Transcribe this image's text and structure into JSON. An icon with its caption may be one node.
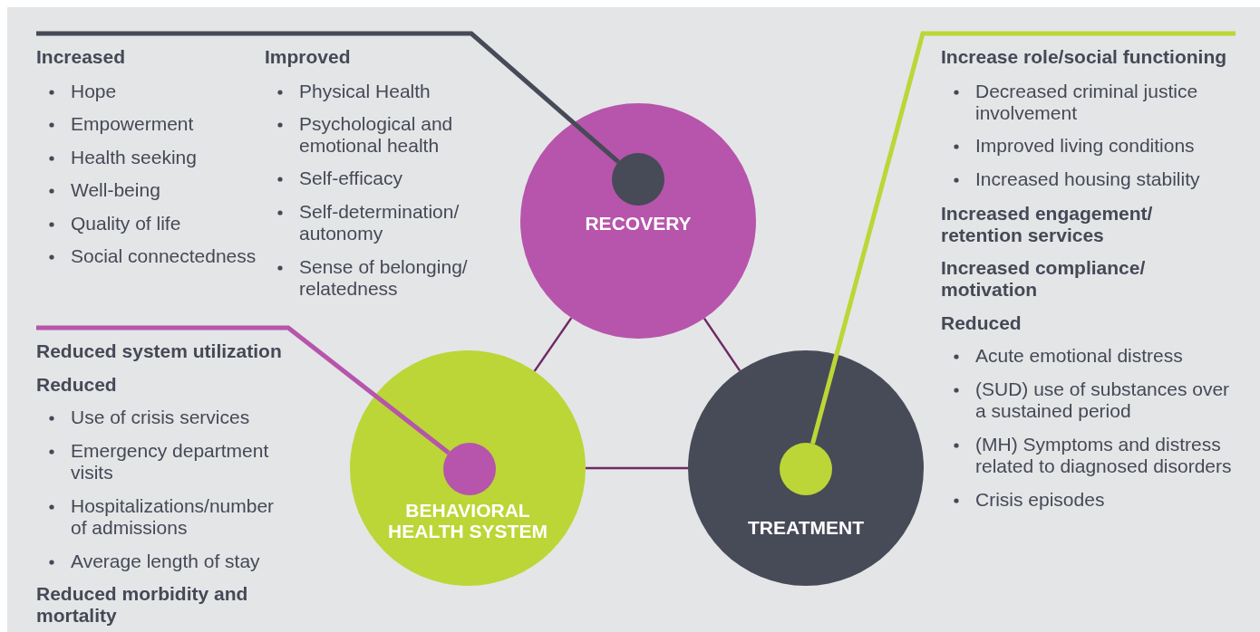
{
  "diagram": {
    "nodes": [
      {
        "text": [
          "RECOVERY"
        ]
      },
      {
        "text": [],
        "shape": "circle",
        "in": 0
      },
      {
        "text": [
          "BEHAVIORAL HEALTH SYSTEM"
        ]
      },
      {
        "text": [],
        "shape": "circle",
        "in": 2
      },
      {
        "text": [
          "TREATMENT"
        ]
      },
      {
        "text": [],
        "shape": "circle",
        "in": 4
      },
      {
        "text": [
          "Increased",
          "Hope",
          "Empowerment",
          "Health seeking",
          "Well-being",
          "Quality of life",
          "Social connectedness",
          "Improved",
          "Physical Health",
          "Psychological and emotional health",
          "Self-efficacy",
          "Self-determination/ autonomy",
          "Sense of belonging/ relatedness"
        ]
      },
      {
        "text": [
          "Reduced system utilization",
          "Reduced",
          "Use of crisis services",
          "Emergency department visits",
          "Hospitalizations/number of admissions",
          "Average length of stay",
          "Reduced morbidity and mortality"
        ]
      },
      {
        "text": [
          "Increase role/social functioning",
          "Decreased criminal justice involvement",
          "Improved living conditions",
          "Increased housing stability",
          "Increased engagement/ retention services",
          "Increased compliance/ motivation",
          "Reduced",
          "Acute emotional distress",
          "(SUD) use of substances over a sustained period",
          "(MH) Symptoms and distress related to diagnosed disorders",
          "Crisis episodes"
        ]
      }
    ],
    "edges": [
      {
        "from": 0,
        "to": 2,
        "arrow": "none"
      },
      {
        "from": 0,
        "to": 4,
        "arrow": "none"
      },
      {
        "from": 2,
        "to": 4,
        "arrow": "none"
      },
      {
        "from": 6,
        "to": 1,
        "arrow": "none",
        "style": "thick",
        "color": "#474a57"
      },
      {
        "from": 7,
        "to": 3,
        "arrow": "none",
        "style": "thick",
        "color": "#b655ab"
      },
      {
        "from": 8,
        "to": 5,
        "arrow": "none",
        "style": "thick",
        "color": "#bbd636"
      }
    ]
  }
}
